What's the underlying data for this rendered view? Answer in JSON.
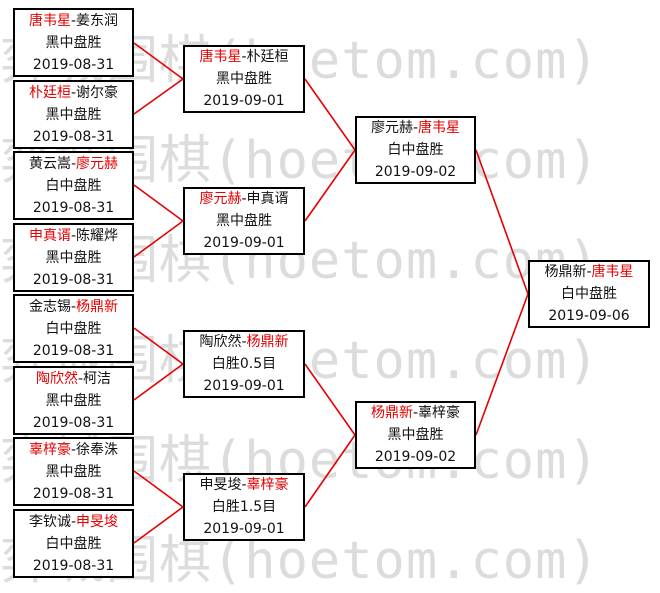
{
  "watermark": "弈城围棋(hoetom.com)",
  "colors": {
    "winner": "#e60000",
    "line": "#e60000",
    "border": "#000000"
  },
  "round1": [
    {
      "p1": "唐韦星",
      "sep": "-",
      "p2": "姜东润",
      "winner": 1,
      "result": "黑中盘胜",
      "date": "2019-08-31"
    },
    {
      "p1": "朴廷桓",
      "sep": "-",
      "p2": "谢尔豪",
      "winner": 1,
      "result": "黑中盘胜",
      "date": "2019-08-31"
    },
    {
      "p1": "黄云嵩",
      "sep": "-",
      "p2": "廖元赫",
      "winner": 2,
      "result": "白中盘胜",
      "date": "2019-08-31"
    },
    {
      "p1": "申真谞",
      "sep": "-",
      "p2": "陈耀烨",
      "winner": 1,
      "result": "黑中盘胜",
      "date": "2019-08-31"
    },
    {
      "p1": "金志锡",
      "sep": "-",
      "p2": "杨鼎新",
      "winner": 2,
      "result": "白中盘胜",
      "date": "2019-08-31"
    },
    {
      "p1": "陶欣然",
      "sep": "-",
      "p2": "柯洁",
      "winner": 1,
      "result": "黑中盘胜",
      "date": "2019-08-31"
    },
    {
      "p1": "辜梓豪",
      "sep": "-",
      "p2": "徐奉洙",
      "winner": 1,
      "result": "黑中盘胜",
      "date": "2019-08-31"
    },
    {
      "p1": "李钦诚",
      "sep": "-",
      "p2": "申旻埈",
      "winner": 2,
      "result": "白中盘胜",
      "date": "2019-08-31"
    }
  ],
  "round2": [
    {
      "p1": "唐韦星",
      "sep": "-",
      "p2": "朴廷桓",
      "winner": 1,
      "result": "黑中盘胜",
      "date": "2019-09-01"
    },
    {
      "p1": "廖元赫",
      "sep": "-",
      "p2": "申真谞",
      "winner": 1,
      "result": "黑中盘胜",
      "date": "2019-09-01"
    },
    {
      "p1": "陶欣然",
      "sep": "-",
      "p2": "杨鼎新",
      "winner": 2,
      "result": "白胜0.5目",
      "date": "2019-09-01"
    },
    {
      "p1": "申旻埈",
      "sep": "-",
      "p2": "辜梓豪",
      "winner": 2,
      "result": "白胜1.5目",
      "date": "2019-09-01"
    }
  ],
  "round3": [
    {
      "p1": "廖元赫",
      "sep": "-",
      "p2": "唐韦星",
      "winner": 2,
      "result": "白中盘胜",
      "date": "2019-09-02"
    },
    {
      "p1": "杨鼎新",
      "sep": "-",
      "p2": "辜梓豪",
      "winner": 1,
      "result": "黑中盘胜",
      "date": "2019-09-02"
    }
  ],
  "final": [
    {
      "p1": "杨鼎新",
      "sep": "-",
      "p2": "唐韦星",
      "winner": 2,
      "result": "白中盘胜",
      "date": "2019-09-06"
    }
  ]
}
